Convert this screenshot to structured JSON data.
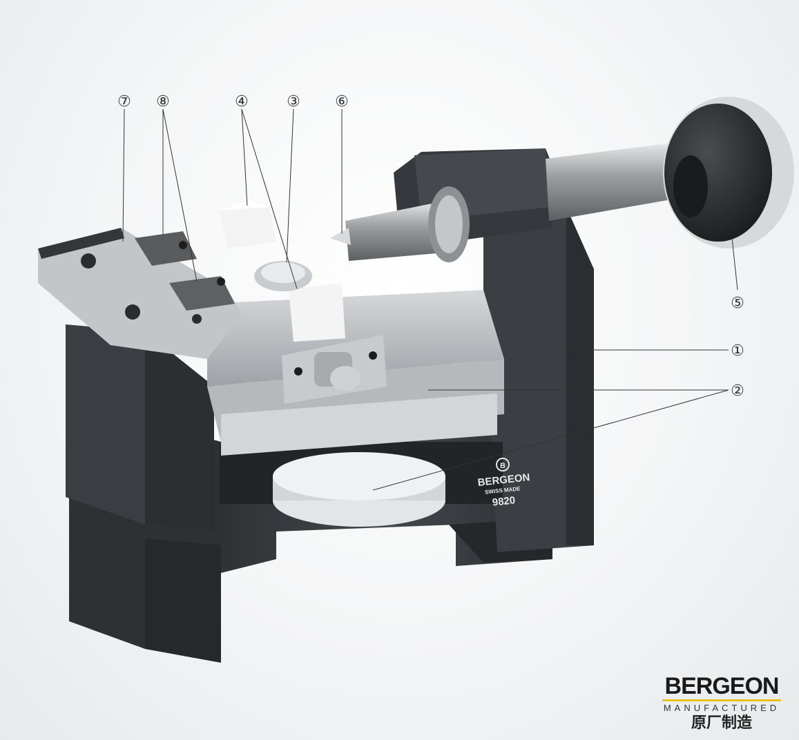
{
  "callouts": [
    {
      "id": "c7",
      "label": "⑦"
    },
    {
      "id": "c8",
      "label": "⑧"
    },
    {
      "id": "c4",
      "label": "④"
    },
    {
      "id": "c3",
      "label": "③"
    },
    {
      "id": "c6",
      "label": "⑥"
    },
    {
      "id": "c5",
      "label": "⑤"
    },
    {
      "id": "c1",
      "label": "①"
    },
    {
      "id": "c2",
      "label": "②"
    }
  ],
  "product_plate": {
    "brand": "BERGEON",
    "origin": "SWISS MADE",
    "model": "9820"
  },
  "brand_logo": {
    "name": "BERGEON",
    "subtitle": "MANUFACTURED",
    "chinese": "原厂制造"
  },
  "colors": {
    "machine_dark": "#3a3d40",
    "aluminum": "#b8bbbe",
    "accent_rule": "#e8c21a"
  }
}
